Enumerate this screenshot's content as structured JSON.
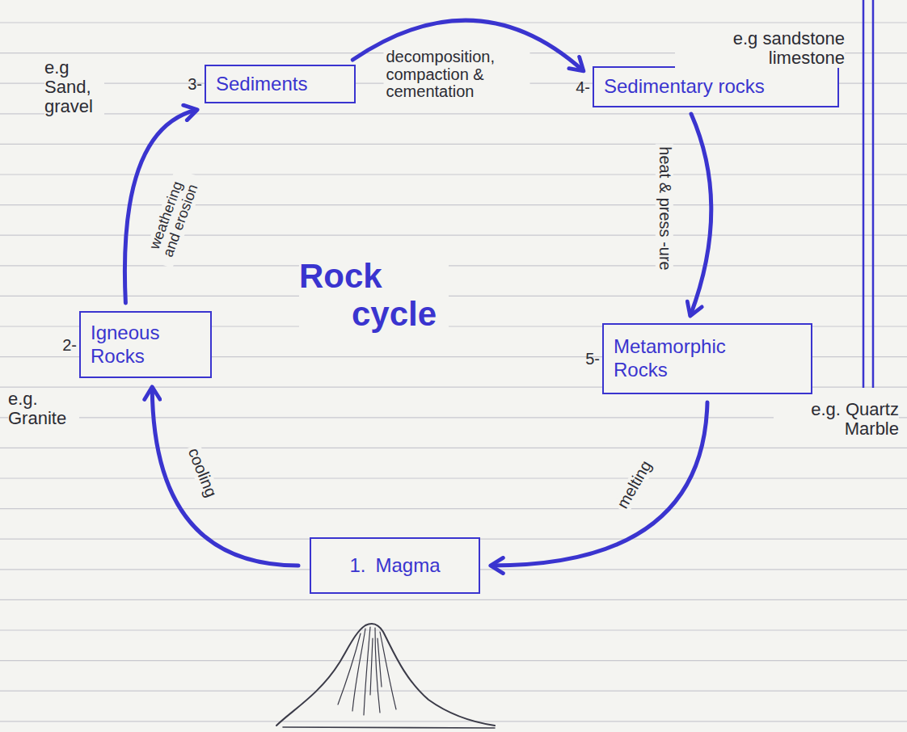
{
  "diagram": {
    "title": "Rock cycle",
    "nodes": [
      {
        "text": [
          "3-",
          "Sediments"
        ]
      },
      {
        "text": [
          "4-",
          "Sedimentary rocks"
        ]
      },
      {
        "text": [
          "2-",
          "Igneous Rocks"
        ]
      },
      {
        "text": [
          "5-",
          "Metamorphic Rocks"
        ]
      },
      {
        "text": [
          "1.",
          "Magma"
        ]
      }
    ],
    "edges": [
      {
        "from": 0,
        "to": 1,
        "arrow": "to",
        "label": "decomposition, compaction & cementation"
      },
      {
        "from": 1,
        "to": 3,
        "arrow": "to",
        "label": "heat & press -ure"
      },
      {
        "from": 3,
        "to": 4,
        "arrow": "to",
        "label": "melting"
      },
      {
        "from": 4,
        "to": 2,
        "arrow": "to",
        "label": "cooling"
      },
      {
        "from": 2,
        "to": 0,
        "arrow": "to",
        "label": "weathering and erosion"
      }
    ],
    "labels": [
      "e.g Sand, gravel",
      "e.g sandstone limestone",
      "e.g. Granite",
      "e.g. Quartz Marble"
    ]
  }
}
